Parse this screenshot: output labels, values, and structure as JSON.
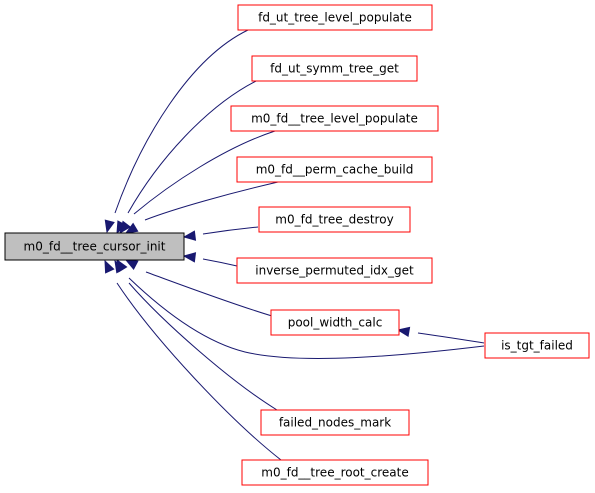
{
  "graph": {
    "colors": {
      "root_fill": "#bfbfbf",
      "node_border": "#ff0000",
      "root_border": "#000000",
      "edge": "#191970",
      "background": "#ffffff"
    },
    "nodes": [
      {
        "id": "root",
        "label": "m0_fd__tree_cursor_init",
        "kind": "root"
      },
      {
        "id": "n1",
        "label": "fd_ut_tree_level_populate",
        "kind": "caller"
      },
      {
        "id": "n2",
        "label": "fd_ut_symm_tree_get",
        "kind": "caller"
      },
      {
        "id": "n3",
        "label": "m0_fd__tree_level_populate",
        "kind": "caller"
      },
      {
        "id": "n4",
        "label": "m0_fd__perm_cache_build",
        "kind": "caller"
      },
      {
        "id": "n5",
        "label": "m0_fd_tree_destroy",
        "kind": "caller"
      },
      {
        "id": "n6",
        "label": "inverse_permuted_idx_get",
        "kind": "caller"
      },
      {
        "id": "n7",
        "label": "pool_width_calc",
        "kind": "caller"
      },
      {
        "id": "n8",
        "label": "is_tgt_failed",
        "kind": "caller"
      },
      {
        "id": "n9",
        "label": "failed_nodes_mark",
        "kind": "caller"
      },
      {
        "id": "n10",
        "label": "m0_fd__tree_root_create",
        "kind": "caller"
      }
    ],
    "edges": [
      {
        "from": "n1",
        "to": "root"
      },
      {
        "from": "n2",
        "to": "root"
      },
      {
        "from": "n3",
        "to": "root"
      },
      {
        "from": "n4",
        "to": "root"
      },
      {
        "from": "n5",
        "to": "root"
      },
      {
        "from": "n6",
        "to": "root"
      },
      {
        "from": "n7",
        "to": "root"
      },
      {
        "from": "n8",
        "to": "root"
      },
      {
        "from": "n9",
        "to": "root"
      },
      {
        "from": "n10",
        "to": "root"
      },
      {
        "from": "n8",
        "to": "n7"
      }
    ]
  }
}
